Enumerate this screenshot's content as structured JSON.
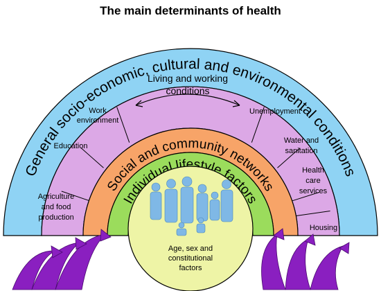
{
  "title": "The main determinants of health",
  "layers": {
    "outer": "General socio-economic, cultural and environmental conditions",
    "social": "Social and community networks",
    "lifestyle": "Individual lifestyle factors"
  },
  "living_working": {
    "line1": "Living and working",
    "line2": "conditions"
  },
  "left_segments": {
    "work": [
      "Work",
      "environment"
    ],
    "education": [
      "Education"
    ],
    "agriculture": [
      "Agriculture",
      "and food",
      "production"
    ]
  },
  "right_segments": {
    "unemployment": [
      "Unemployment"
    ],
    "water": [
      "Water and",
      "sanitation"
    ],
    "health": [
      "Health",
      "care",
      "services"
    ],
    "housing": [
      "Housing"
    ]
  },
  "core": {
    "line1": "Age, sex and",
    "line2": "constitutional",
    "line3": "factors"
  },
  "colors": {
    "outer_band": "#8fd3f4",
    "segments": "#dca8e6",
    "social_band": "#f7a468",
    "lifestyle_band": "#9bdc5c",
    "core": "#eef4a6",
    "figures": "#7fb8e6",
    "arrows": "#8a1fc0"
  }
}
